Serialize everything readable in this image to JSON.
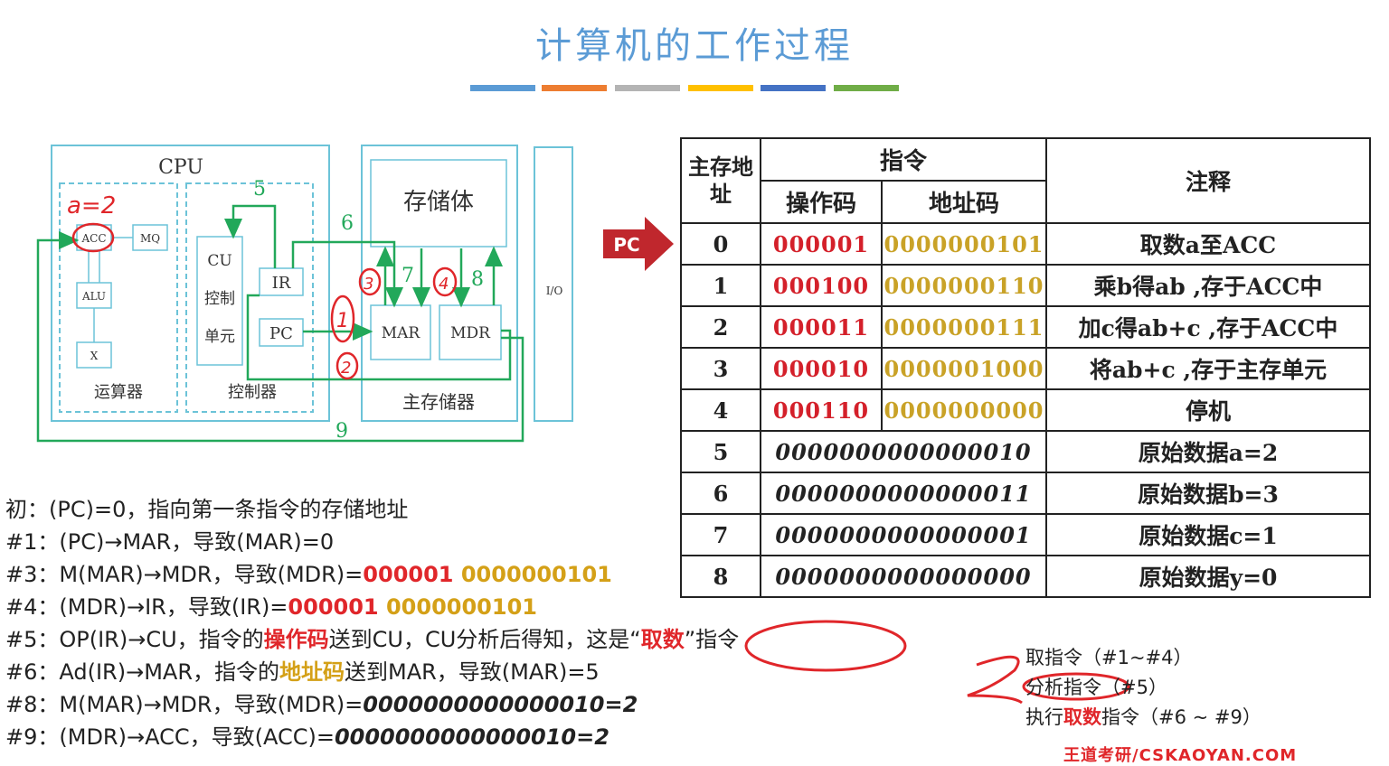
{
  "title": "计算机的工作过程",
  "color_bar": [
    "#5b9bd5",
    "#ed7d31",
    "#b4b4b4",
    "#ffc000",
    "#4472c4",
    "#70ad47"
  ],
  "diagram": {
    "cpu_label": "CPU",
    "acc": "ACC",
    "mq": "MQ",
    "alu": "ALU",
    "x": "X",
    "alu_unit": "运算器",
    "cu": "CU",
    "cu_line2": "控制",
    "cu_line3": "单元",
    "ir": "IR",
    "pc": "PC",
    "controller": "控制器",
    "storage_body": "存储体",
    "mar": "MAR",
    "mdr": "MDR",
    "main_memory": "主存储器",
    "io": "I/O",
    "step5": "5",
    "step6": "6",
    "step7": "7",
    "step8": "8",
    "step9": "9",
    "handwritten_a": "a=2",
    "handwritten_1": "1",
    "handwritten_2": "2",
    "handwritten_3": "3",
    "handwritten_4": "4"
  },
  "pc_pointer": "PC",
  "table": {
    "h_addr": "主存地址",
    "h_instr": "指令",
    "h_op": "操作码",
    "h_ad": "地址码",
    "h_note": "注释",
    "rows": [
      {
        "addr": "0",
        "op": "000001",
        "ad": "0000000101",
        "note": "取数a至ACC"
      },
      {
        "addr": "1",
        "op": "000100",
        "ad": "0000000110",
        "note": "乘b得ab ,存于ACC中"
      },
      {
        "addr": "2",
        "op": "000011",
        "ad": "0000000111",
        "note": "加c得ab+c ,存于ACC中"
      },
      {
        "addr": "3",
        "op": "000010",
        "ad": "0000001000",
        "note": "将ab+c ,存于主存单元"
      },
      {
        "addr": "4",
        "op": "000110",
        "ad": "0000000000",
        "note": "停机"
      }
    ],
    "data_rows": [
      {
        "addr": "5",
        "data": "0000000000000010",
        "note": "原始数据a=2"
      },
      {
        "addr": "6",
        "data": "0000000000000011",
        "note": "原始数据b=3"
      },
      {
        "addr": "7",
        "data": "0000000000000001",
        "note": "原始数据c=1"
      },
      {
        "addr": "8",
        "data": "0000000000000000",
        "note": "原始数据y=0"
      }
    ]
  },
  "steps": {
    "s0": "初：(PC)=0，指向第一条指令的存储地址",
    "s1": "#1：(PC)→MAR，导致(MAR)=0",
    "s3_pre": "#3：M(MAR)→MDR，导致(MDR)=",
    "s3_op": "000001",
    "s3_ad": " 0000000101",
    "s4_pre": "#4：(MDR)→IR，导致(IR)=",
    "s4_op": "000001",
    "s4_ad": " 0000000101",
    "s5_pre": "#5：OP(IR)→CU，指令的",
    "s5_hl": "操作码",
    "s5_mid": "送到CU，CU分析后得知，这是“",
    "s5_hl2": "取数",
    "s5_post": "”指令",
    "s6_pre": "#6：Ad(IR)→MAR，指令的",
    "s6_hl": "地址码",
    "s6_post": "送到MAR，导致(MAR)=5",
    "s8_pre": "#8：M(MAR)→MDR，导致(MDR)=",
    "s8_val": "0000000000000010=2",
    "s9_pre": "#9：(MDR)→ACC，导致(ACC)=",
    "s9_val": "0000000000000010=2"
  },
  "summary": {
    "fetch": "取指令（#1~#4）",
    "analyze": "分析指令（#5）",
    "exec_pre": "执行",
    "exec_hl": "取数",
    "exec_post": "指令（#6 ~ #9）"
  },
  "watermark": "王道考研/CSKAOYAN.COM"
}
